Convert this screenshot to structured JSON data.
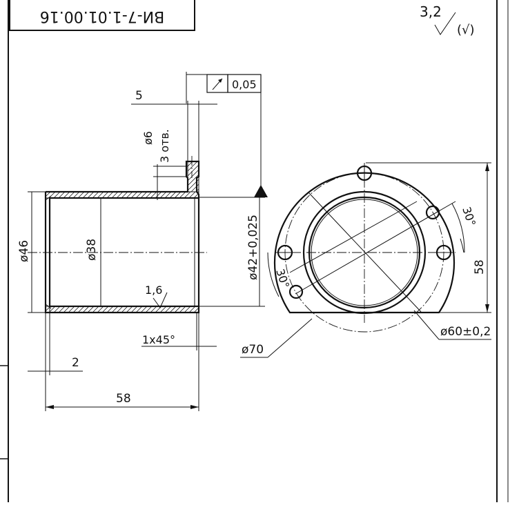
{
  "title_block": {
    "code": "ВИ-7-1.01.00.16"
  },
  "roughness": {
    "value": "3,2",
    "general": "(√)"
  },
  "runout_tolerance": {
    "value": "0,05"
  },
  "dimensions": {
    "flange_thickness": "5",
    "hole_dia": "ø6",
    "hole_count": "3 отв.",
    "outer_dia": "ø46",
    "inner_dia": "ø38",
    "spigot_dia": "ø42+0,025",
    "local_roughness": "1,6",
    "chamfer": "1x45°",
    "step": "2",
    "length": "58",
    "angle_top": "30°",
    "angle_left": "30°",
    "height_right": "58",
    "flange_dia": "ø70",
    "pcd": "ø60±0,2"
  }
}
